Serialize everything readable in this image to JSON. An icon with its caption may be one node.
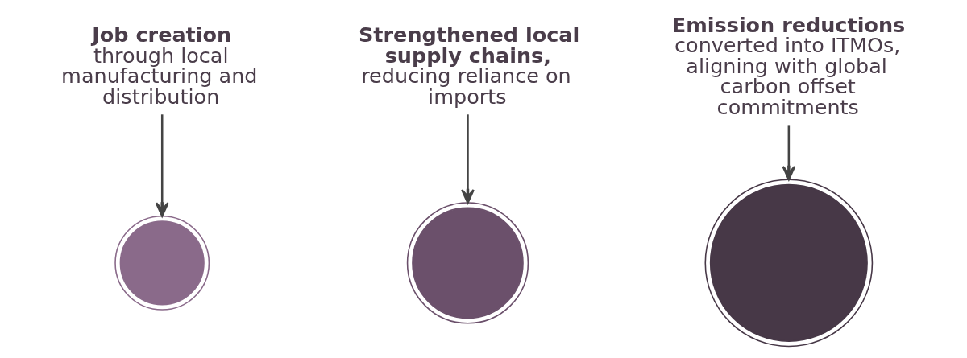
{
  "diagram": {
    "nodes": [
      {
        "text": [
          "Job creation",
          "through local manufacturing and distribution"
        ]
      },
      {
        "text": [
          "Strengthened local supply chains,",
          "reducing reliance on imports"
        ]
      },
      {
        "text": [
          "Emission reductions",
          "converted into ITMOs, aligning with global carbon offset commitments"
        ]
      },
      {
        "text": [],
        "shape": "gear"
      },
      {
        "text": [],
        "shape": "gear"
      },
      {
        "text": [],
        "shape": "gear"
      }
    ],
    "edges": [
      {
        "from": 0,
        "to": 3,
        "arrow": "to"
      },
      {
        "from": 1,
        "to": 4,
        "arrow": "to"
      },
      {
        "from": 2,
        "to": 5,
        "arrow": "to"
      }
    ]
  }
}
